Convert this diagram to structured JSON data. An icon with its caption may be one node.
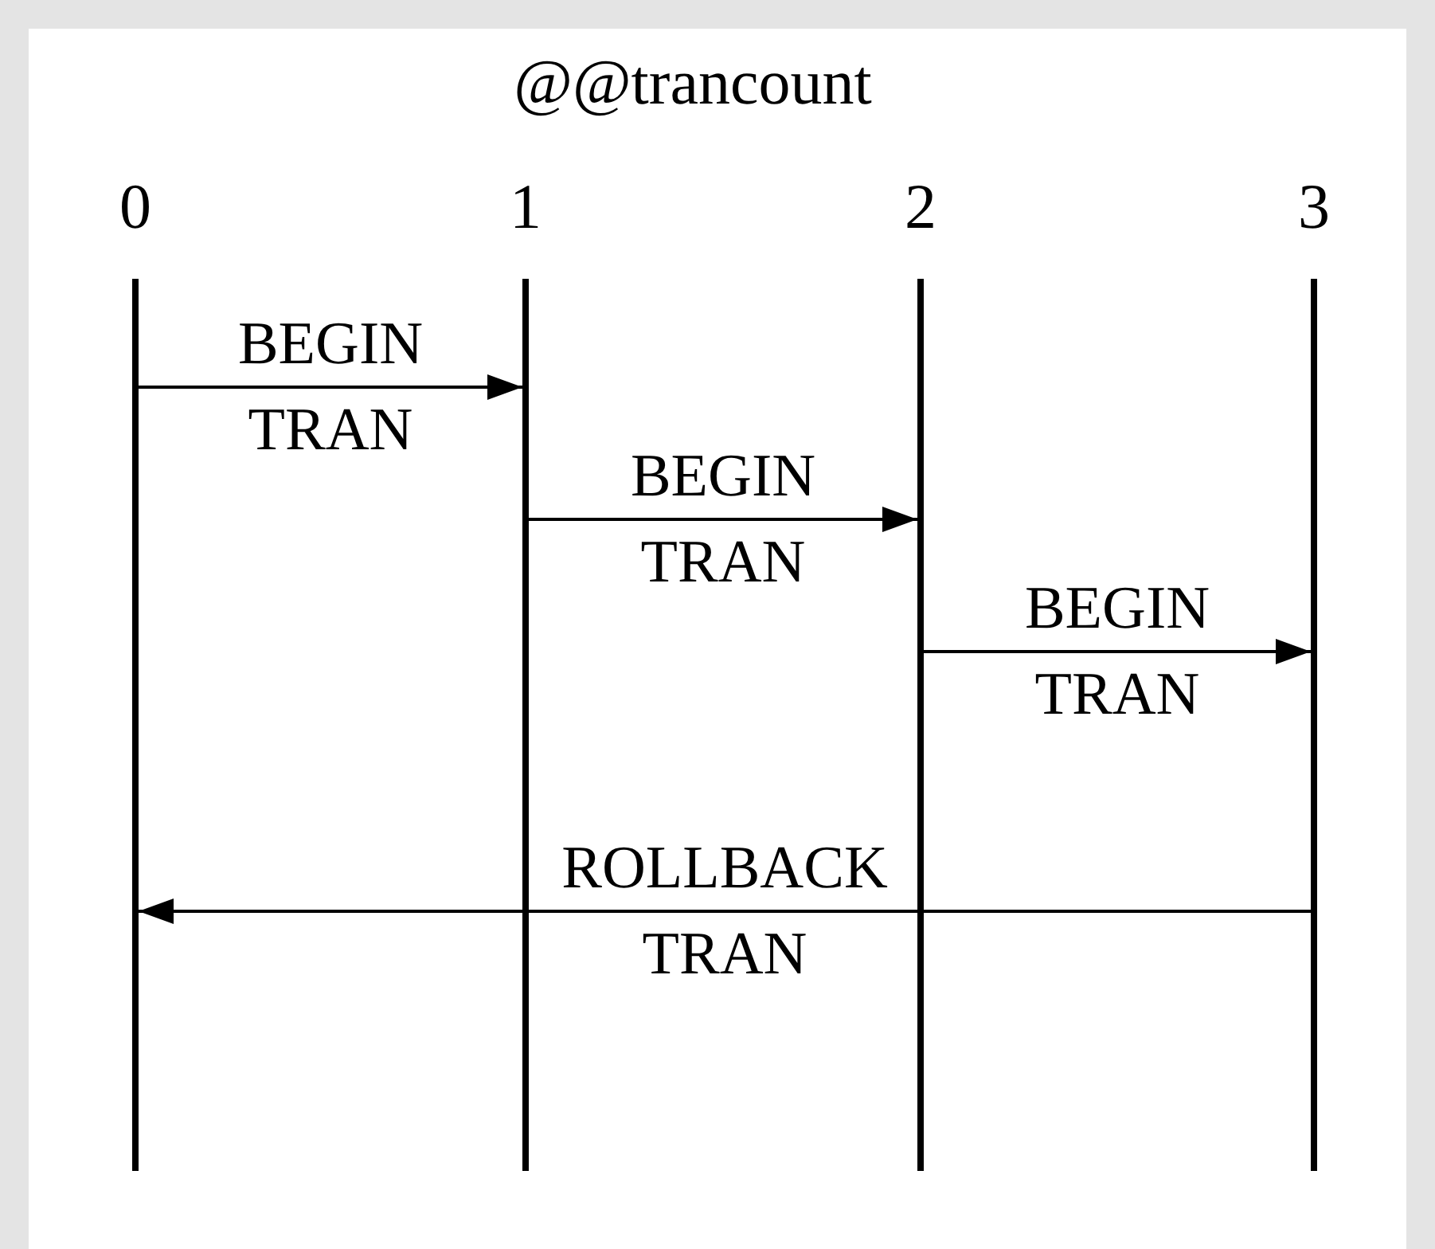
{
  "diagram": {
    "title": "@@trancount",
    "nodes": [
      {
        "text": [],
        "shape": "bar",
        "beside": [
          "0"
        ]
      },
      {
        "text": [],
        "shape": "bar",
        "beside": [
          "1"
        ]
      },
      {
        "text": [],
        "shape": "bar",
        "beside": [
          "2"
        ]
      },
      {
        "text": [],
        "shape": "bar",
        "beside": [
          "3"
        ]
      }
    ],
    "edges": [
      {
        "from": 0,
        "to": 1,
        "arrow": "to",
        "label": "BEGIN TRAN"
      },
      {
        "from": 1,
        "to": 2,
        "arrow": "to",
        "label": "BEGIN TRAN"
      },
      {
        "from": 2,
        "to": 3,
        "arrow": "to",
        "label": "BEGIN TRAN"
      },
      {
        "from": 3,
        "to": 0,
        "arrow": "to",
        "label": "ROLLBACK TRAN"
      }
    ]
  }
}
